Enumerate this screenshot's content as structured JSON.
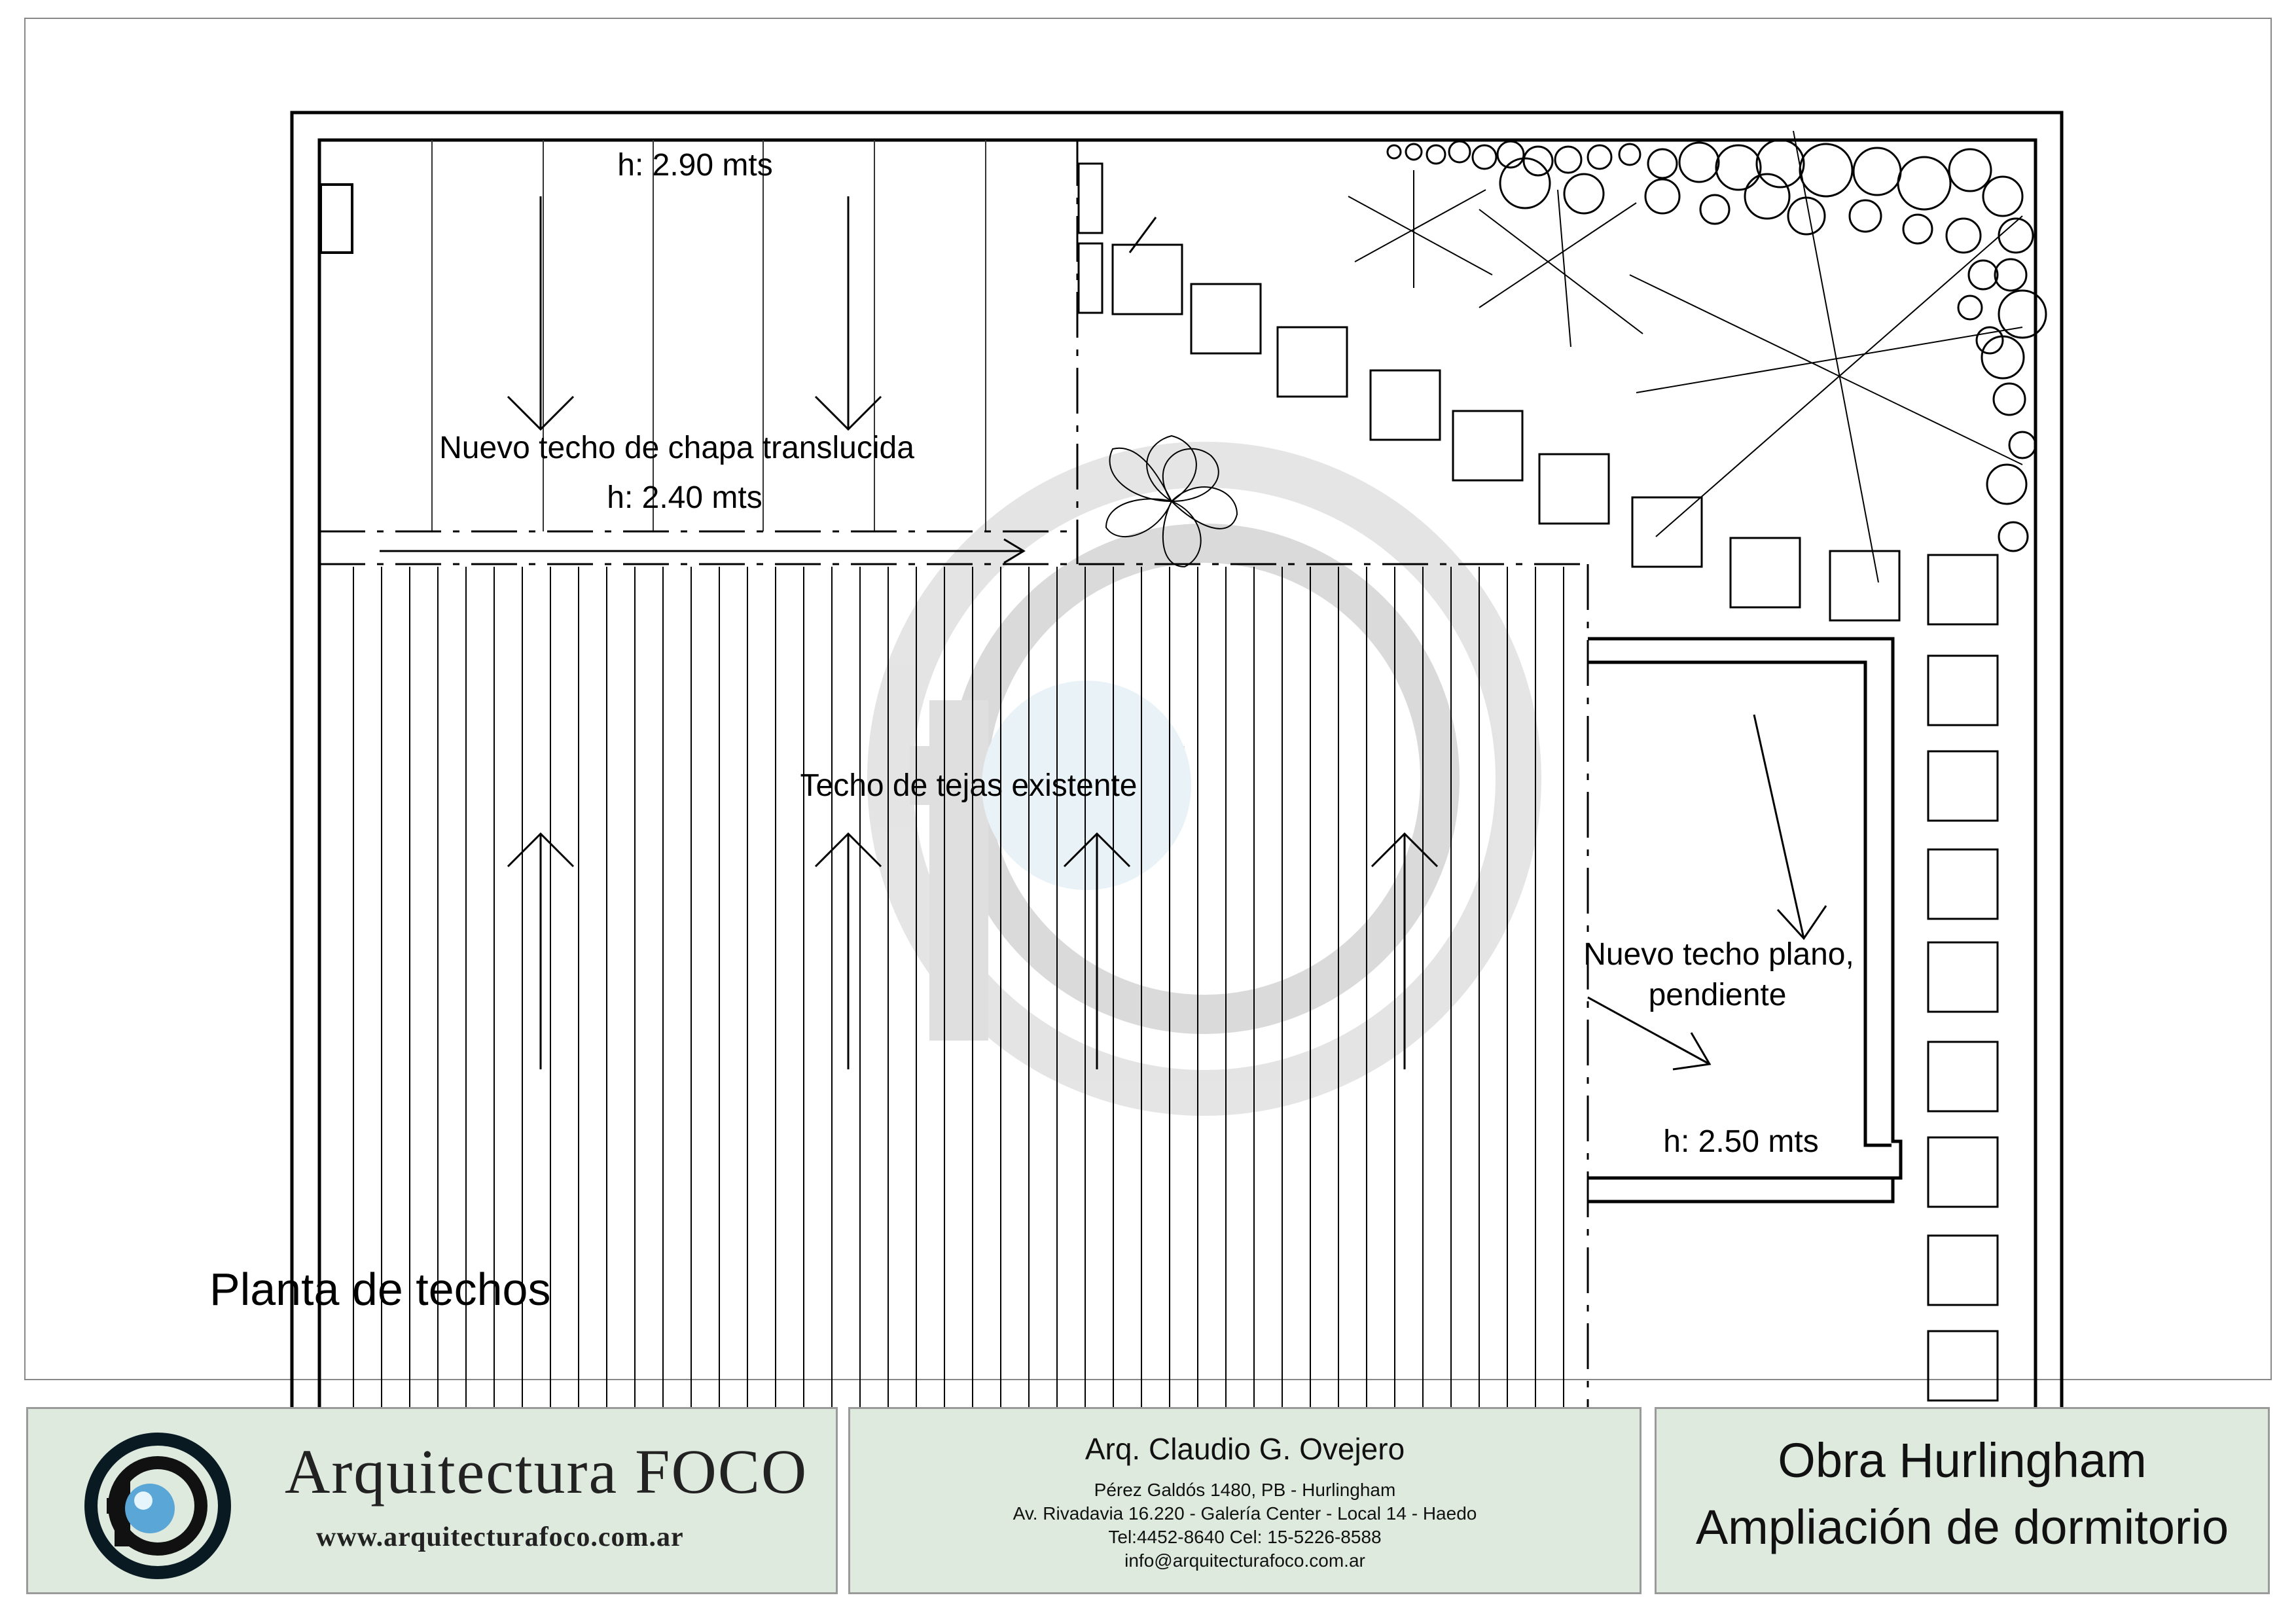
{
  "drawing": {
    "title": "Planta de techos",
    "labels": {
      "height_upper": "h: 2.90 mts",
      "translucent_roof": "Nuevo techo de chapa translucida",
      "height_translucent": "h: 2.40 mts",
      "tile_roof": "Techo de tejas existente",
      "flat_roof_line1": "Nuevo techo plano,",
      "flat_roof_line2": "pendiente",
      "height_flat": "h: 2.50 mts"
    }
  },
  "title_block": {
    "brand_name": "Arquitectura FOCO",
    "brand_url": "www.arquitecturafoco.com.ar",
    "architect": "Arq. Claudio G. Ovejero",
    "address_1": "Pérez Galdós 1480, PB - Hurlingham",
    "address_2": "Av. Rivadavia 16.220 - Galería Center - Local 14 - Haedo",
    "phone": "Tel:4452-8640 Cel: 15-5226-8588",
    "email": "info@arquitecturafoco.com.ar",
    "project_line1": "Obra Hurlingham",
    "project_line2": "Ampliación de dormitorio"
  },
  "colors": {
    "title_block_bg": "#dfeadf",
    "line": "#000000",
    "watermark": "#d9d9d9"
  }
}
